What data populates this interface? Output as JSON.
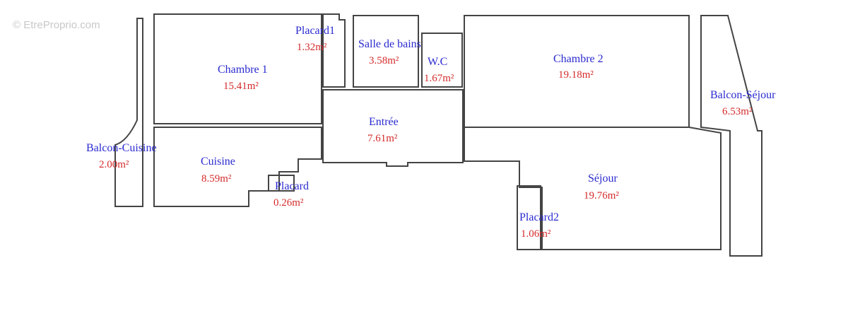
{
  "watermark": "© EtreProprio.com",
  "rooms": [
    {
      "name": "Placard1",
      "area": "1.32m²"
    },
    {
      "name": "Salle de bains",
      "area": "3.58m²"
    },
    {
      "name": "W.C",
      "area": "1.67m²"
    },
    {
      "name": "Chambre 1",
      "area": "15.41m²"
    },
    {
      "name": "Chambre 2",
      "area": "19.18m²"
    },
    {
      "name": "Balcon-Séjour",
      "area": "6.53m²"
    },
    {
      "name": "Entrée",
      "area": "7.61m²"
    },
    {
      "name": "Balcon-Cuisine",
      "area": "2.00m²"
    },
    {
      "name": "Cuisine",
      "area": "8.59m²"
    },
    {
      "name": "Placard",
      "area": "0.26m²"
    },
    {
      "name": "Séjour",
      "area": "19.76m²"
    },
    {
      "name": "Placard2",
      "area": "1.06m²"
    }
  ],
  "colors": {
    "label": "#2a2ad0",
    "area": "#d42a2a",
    "wall": "#444444"
  }
}
